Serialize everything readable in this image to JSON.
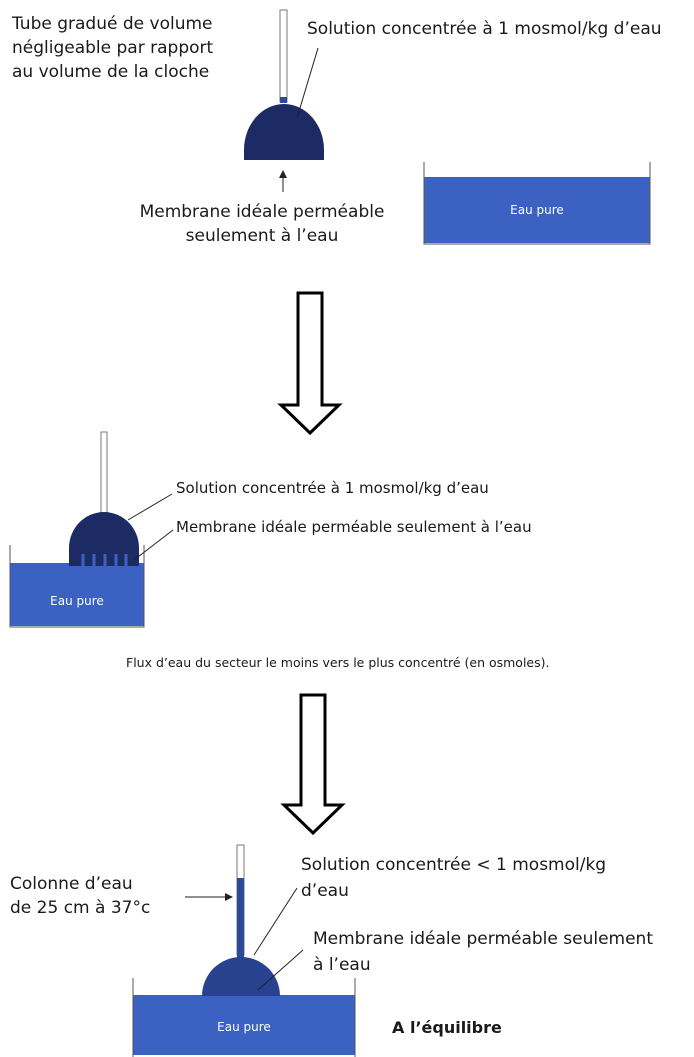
{
  "panel1": {
    "tube_label": [
      "Tube gradué de volume",
      "négligeable par rapport",
      "au volume de la cloche"
    ],
    "solution_label": "Solution concentrée à 1 mosmol/kg d’eau",
    "membrane_label": [
      "Membrane idéale perméable",
      "seulement à l’eau"
    ],
    "water_label": "Eau pure"
  },
  "panel2": {
    "solution_label": "Solution concentrée à 1 mosmol/kg d’eau",
    "membrane_label": "Membrane idéale perméable seulement à l’eau",
    "water_label": "Eau pure",
    "flux_caption": "Flux d’eau du secteur le moins vers le plus concentré (en osmoles)."
  },
  "panel3": {
    "column_label": [
      "Colonne d’eau",
      "de  25 cm à 37°c"
    ],
    "solution_label": [
      "Solution concentrée < 1 mosmol/kg",
      "d’eau"
    ],
    "membrane_label": [
      "Membrane idéale perméable seulement",
      "à l’eau"
    ],
    "water_label": "Eau pure",
    "equilibrium_label": "A l’équilibre"
  },
  "colors": {
    "water": "#3b62c2",
    "bell_dark": "#1c2b63",
    "bell_mid": "#28428f",
    "tube_column": "#2c4a9a"
  }
}
